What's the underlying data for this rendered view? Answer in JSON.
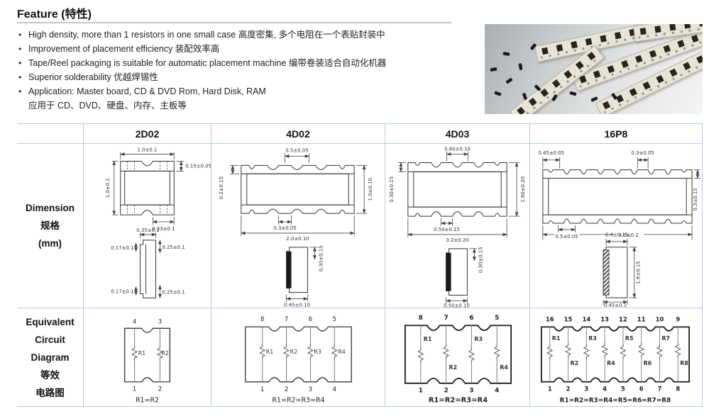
{
  "feature": {
    "title": "Feature (特性)",
    "bullets": [
      "High density, more than 1 resistors in one small case 高度密集, 多个电阻在一个表贴封装中",
      "Improvement of placement efficiency 装配效率高",
      "Tape/Reel packaging is suitable for automatic placement machine 编带卷装适合自动化机器",
      "Superior solderability 优越焊锡性",
      "Application: Master board, CD & DVD Rom, Hard Disk, RAM",
      "应用于 CD、DVD、硬盘、内存、主板等"
    ]
  },
  "table": {
    "columns": [
      "2D02",
      "4D02",
      "4D03",
      "16P8"
    ],
    "row_labels": {
      "dimension": [
        "Dimension",
        "规格",
        "(mm)"
      ],
      "circuit": [
        "Equivalent",
        "Circuit",
        "Diagram",
        "等效",
        "电路图"
      ]
    }
  },
  "dims": {
    "p2d02": {
      "overall_w": "1.0±0.1",
      "overall_h": "1.0±0.1",
      "pad_h": "0.15±0.05",
      "pad_w": "0.33±0.1",
      "side_w": "0.35±0.1",
      "side_tl": "0.17±0.1",
      "side_tr": "0.25±0.1",
      "side_bl": "0.17±0.1",
      "side_br": "0.25±0.1"
    },
    "p4d02": {
      "pitch": "0.5±0.05",
      "pad_band": "0.2±0.15",
      "overall_h": "1.0±0.10",
      "pad_w": "0.3±0.05",
      "overall_w": "2.0±0.10",
      "side_h": "0.30±0.15",
      "side_w": "0.45±0.10"
    },
    "p4d03": {
      "pitch": "0.80±0.10",
      "pad_band": "0.30±0.15",
      "overall_h": "1.60±0.20",
      "pad_w": "0.50±0.15",
      "overall_w": "3.2±0.20",
      "side_h": "0.30±0.15",
      "side_w": "0.50±0.10"
    },
    "p16p8": {
      "end_pad": "0.45±0.05",
      "pad_w": "0.3±0.05",
      "pad_band": "0.3±0.15",
      "pitch": "0.5±0.05",
      "overall_w": "4.0±0.2",
      "side_top": "0.4±0.15",
      "side_h": "1.6±0.15",
      "side_w": "0.45±0.1"
    }
  },
  "circuits": {
    "c2d02": {
      "top_pins": [
        "4",
        "3"
      ],
      "bottom_pins": [
        "1",
        "2"
      ],
      "resistors": [
        "R1",
        "R2"
      ],
      "equation": "R1=R2"
    },
    "c4d02": {
      "top_pins": [
        "8",
        "7",
        "6",
        "5"
      ],
      "bottom_pins": [
        "1",
        "2",
        "3",
        "4"
      ],
      "resistors": [
        "R1",
        "R2",
        "R3",
        "R4"
      ],
      "equation": "R1=R2=R3=R4"
    },
    "c4d03": {
      "top_pins": [
        "8",
        "7",
        "6",
        "5"
      ],
      "bottom_pins": [
        "1",
        "2",
        "3",
        "4"
      ],
      "resistors": [
        "R1",
        "R2",
        "R3",
        "R4"
      ],
      "equation": "R1=R2=R3=R4"
    },
    "c16p8": {
      "top_pins": [
        "16",
        "15",
        "14",
        "13",
        "12",
        "11",
        "10",
        "9"
      ],
      "bottom_pins": [
        "1",
        "2",
        "3",
        "4",
        "5",
        "6",
        "7",
        "8"
      ],
      "resistors": [
        "R1",
        "R2",
        "R3",
        "R4",
        "R5",
        "R6",
        "R7",
        "R8"
      ],
      "equation": "R1=R2=R3=R4=R5=R6=R7=R8"
    }
  },
  "colors": {
    "table_border": "#b9cbe0",
    "text": "#1c1c1c",
    "drawing": "#333333"
  }
}
